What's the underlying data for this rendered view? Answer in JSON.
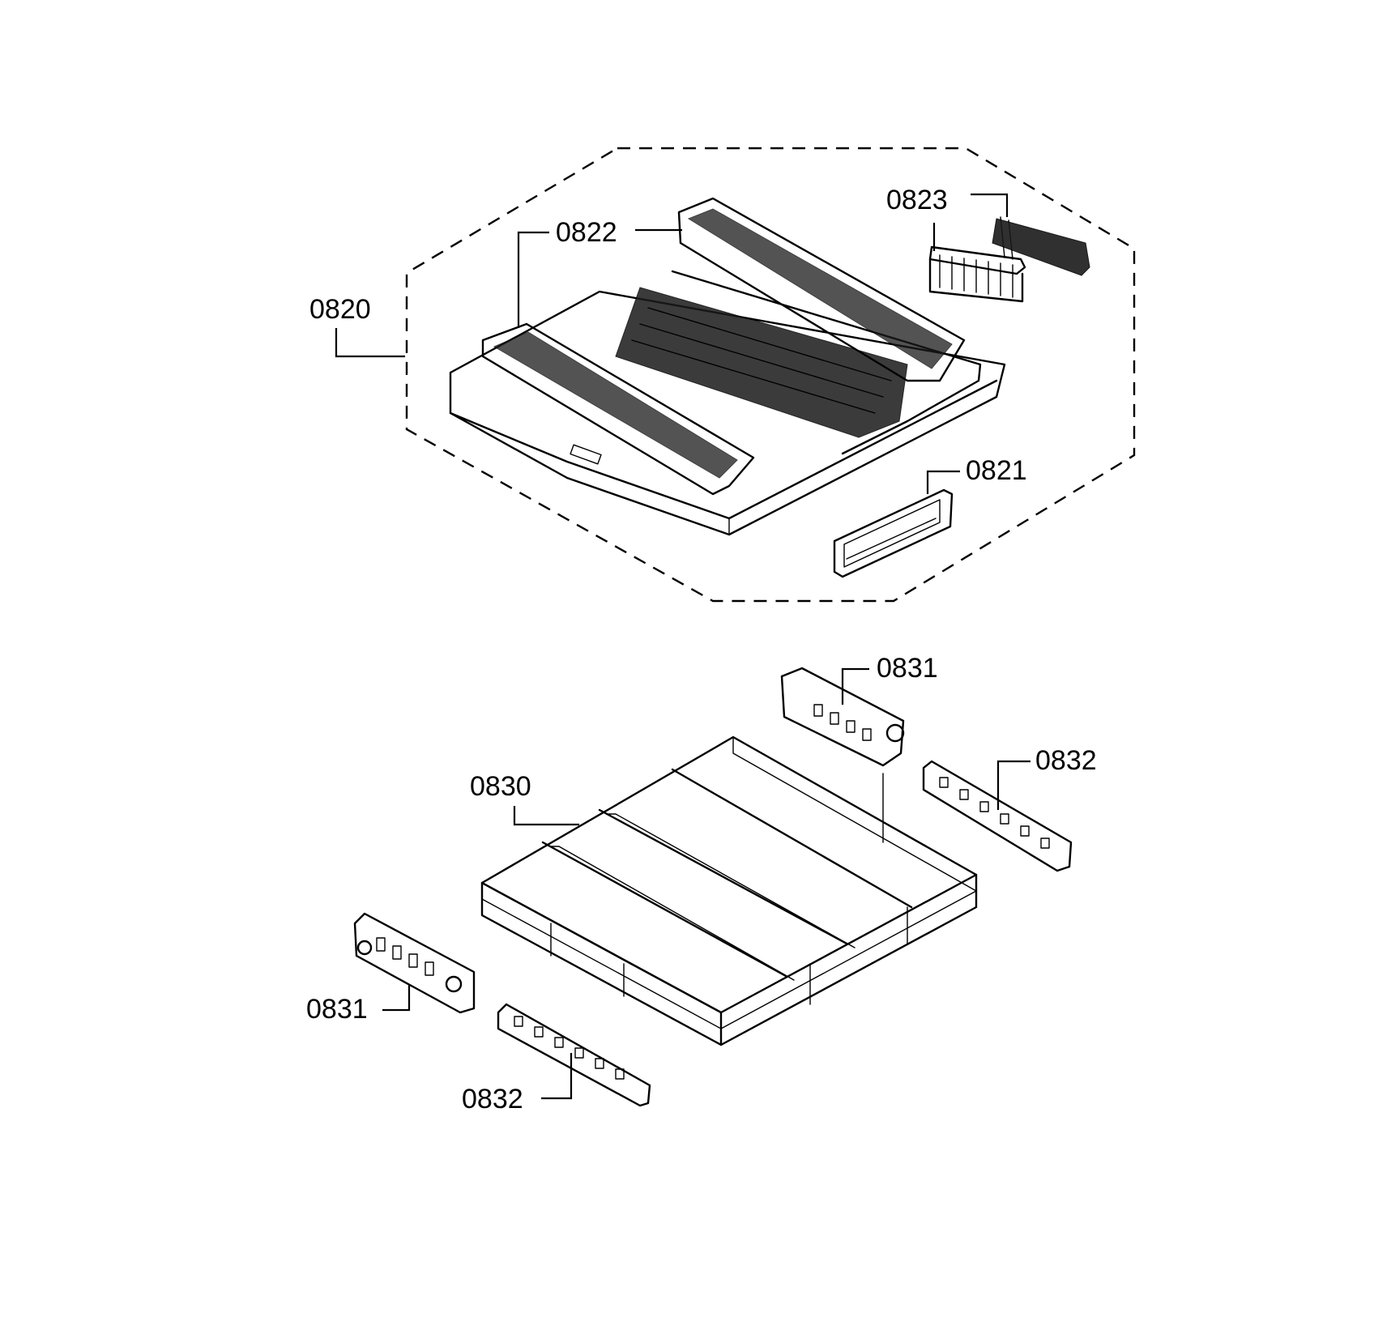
{
  "callouts": {
    "c0820": "0820",
    "c0821": "0821",
    "c0822": "0822",
    "c0823": "0823",
    "c0830": "0830",
    "c0831_top": "0831",
    "c0831_bottom": "0831",
    "c0832_top": "0832",
    "c0832_bottom": "0832"
  }
}
